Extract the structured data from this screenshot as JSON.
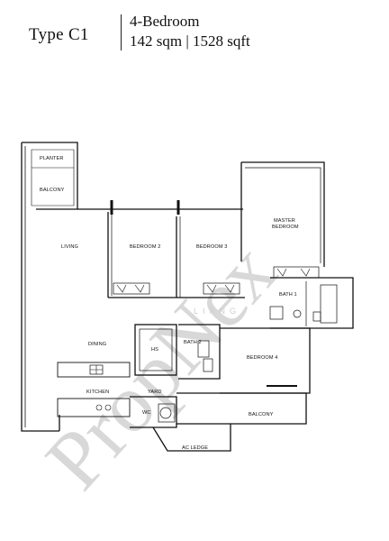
{
  "header": {
    "type_label": "Type C1",
    "bedrooms": "4-Bedroom",
    "area": "142 sqm | 1528 sqft"
  },
  "rooms": {
    "planter": "PLANTER",
    "balcony_top": "BALCONY",
    "living": "LIVING",
    "bedroom2": "BEDROOM 2",
    "bedroom3": "BEDROOM 3",
    "master_bedroom_1": "MASTER",
    "master_bedroom_2": "BEDROOM",
    "bath1": "BATH 1",
    "dining": "DINING",
    "hs": "HS",
    "bath2": "BATH 2",
    "bedroom4": "BEDROOM 4",
    "kitchen": "KITCHEN",
    "yard": "YARD",
    "wc": "WC",
    "balcony_bottom": "BALCONY",
    "ac_ledge": "AC LEDGE"
  },
  "watermark": {
    "main": "PropNex",
    "sub": "LIANG"
  }
}
